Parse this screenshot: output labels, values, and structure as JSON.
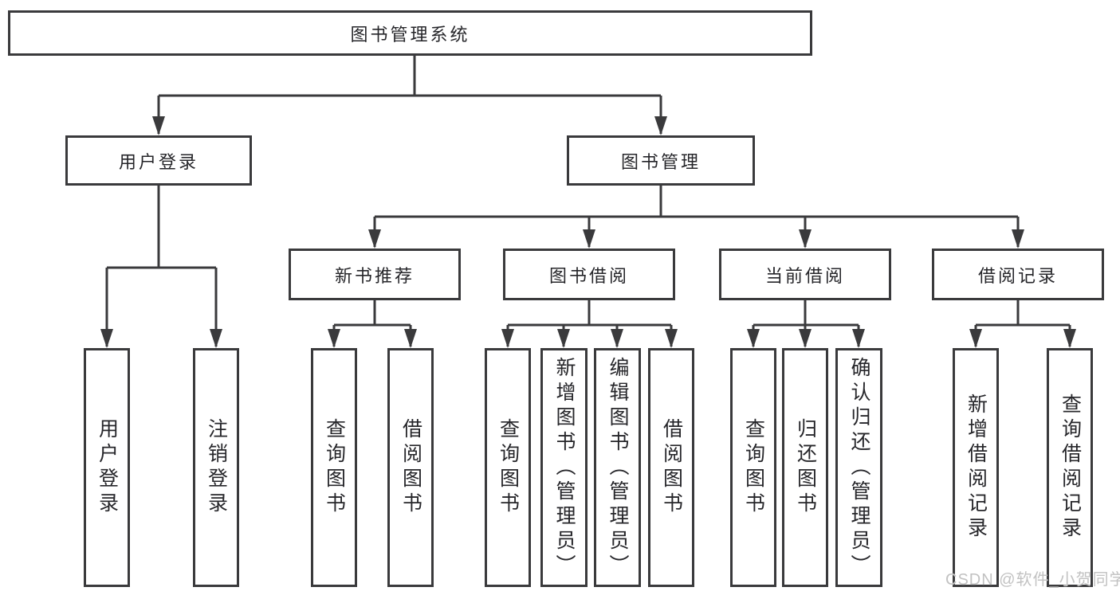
{
  "diagram": {
    "type": "hierarchy-tree",
    "root": {
      "label": "图书管理系统"
    },
    "branches": [
      {
        "label": "用户登录",
        "children": [
          {
            "label": "用户登录"
          },
          {
            "label": "注销登录"
          }
        ]
      },
      {
        "label": "图书管理",
        "children": [
          {
            "label": "新书推荐",
            "children": [
              {
                "label": "查询图书"
              },
              {
                "label": "借阅图书"
              }
            ]
          },
          {
            "label": "图书借阅",
            "children": [
              {
                "label": "查询图书"
              },
              {
                "label": "新增图书（管理员）"
              },
              {
                "label": "编辑图书（管理员）"
              },
              {
                "label": "借阅图书"
              }
            ]
          },
          {
            "label": "当前借阅",
            "children": [
              {
                "label": "查询图书"
              },
              {
                "label": "归还图书"
              },
              {
                "label": "确认归还（管理员）"
              }
            ]
          },
          {
            "label": "借阅记录",
            "children": [
              {
                "label": "新增借阅记录"
              },
              {
                "label": "查询借阅记录"
              }
            ]
          }
        ]
      }
    ],
    "colors": {
      "line": "#3a3a3c",
      "box_border": "#3a3a3c",
      "box_fill": "#ffffff",
      "text": "#26262a"
    }
  },
  "watermark": {
    "text": "CSDN @软件_小贺同学",
    "color": "#c2c2c2"
  }
}
